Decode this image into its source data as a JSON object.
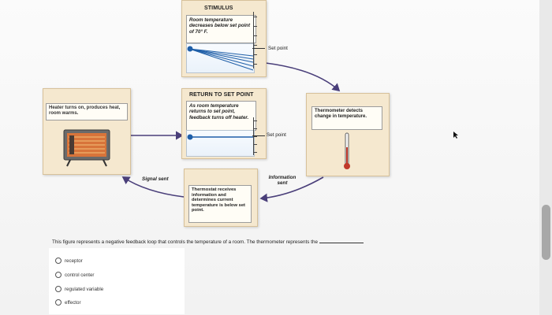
{
  "diagram": {
    "stimulus": {
      "title": "STIMULUS",
      "text": "Room temperature decreases below set point of 70° F."
    },
    "return": {
      "title": "RETURN TO SET POINT",
      "text": "As room temperature returns to set point, feedback turns off heater."
    },
    "heater": {
      "text": "Heater turns on, produces heat, room warms."
    },
    "thermometer": {
      "text": "Thermometer detects change in temperature."
    },
    "thermostat": {
      "text": "Thermostat receives information and determines current temperature is below set point."
    },
    "labels": {
      "set_point_top": "Set point",
      "set_point_mid": "Set point",
      "signal_sent": "Signal sent",
      "information_sent": "Information sent"
    },
    "colors": {
      "box_fill": "#f5e8cf",
      "arrow": "#4a3f7a",
      "dial_line": "#1f5fa8",
      "thermo_red": "#c0392b"
    }
  },
  "question": {
    "text": "This figure represents a negative feedback loop that controls the temperature of a room. The thermometer represents the"
  },
  "options": [
    {
      "label": "receptor"
    },
    {
      "label": "control center"
    },
    {
      "label": "regulated variable"
    },
    {
      "label": "effector"
    }
  ]
}
